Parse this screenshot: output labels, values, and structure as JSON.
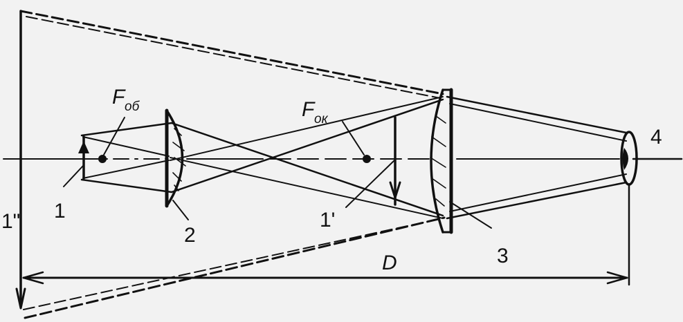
{
  "labels": {
    "source": "1",
    "objective": "2",
    "eyepiece": "3",
    "eye": "4",
    "intermediate_image": "1'",
    "final_image": "1\"",
    "distance": "D",
    "focus_objective_main": "F",
    "focus_objective_sub": "об",
    "focus_eyepiece_main": "F",
    "focus_eyepiece_sub": "ок"
  },
  "colors": {
    "ink": "#111111",
    "background": "#f2f2f2"
  }
}
